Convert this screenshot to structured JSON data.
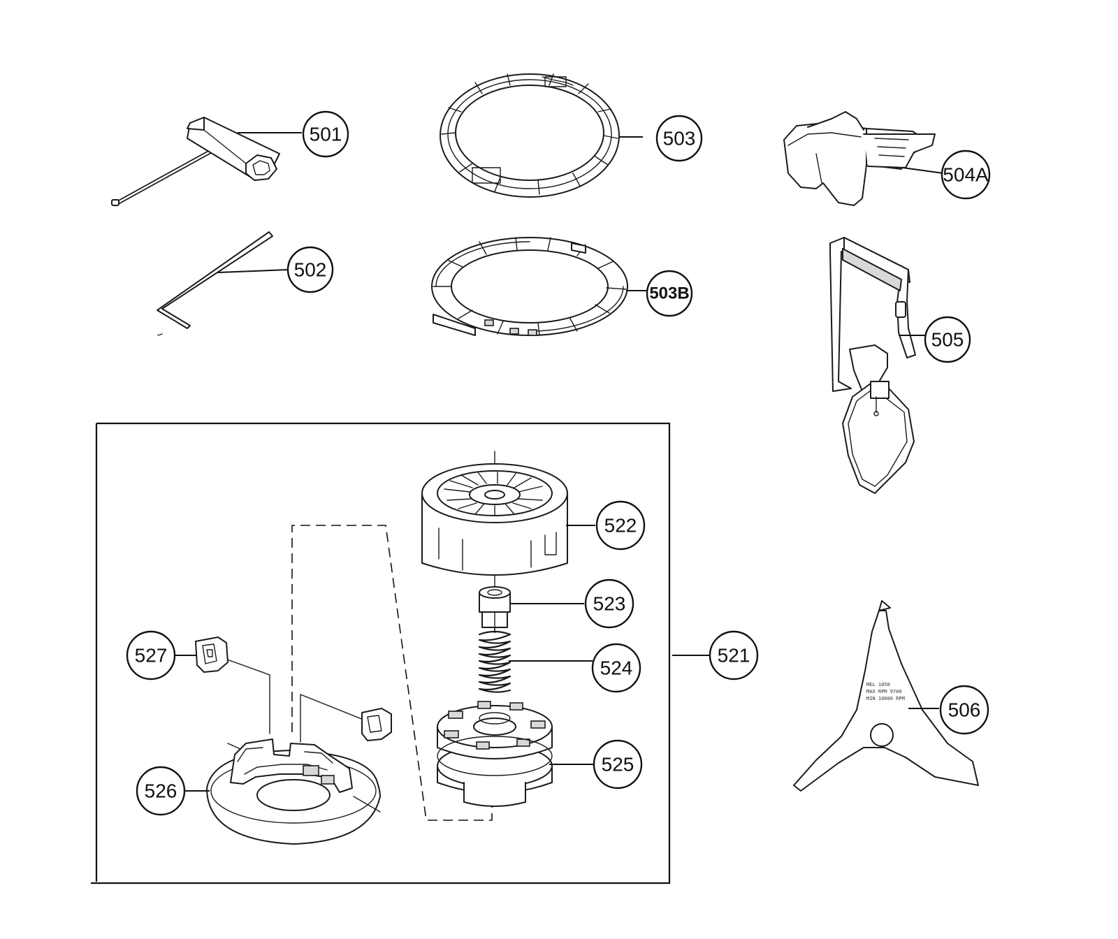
{
  "diagram": {
    "callouts": {
      "c501": "501",
      "c502": "502",
      "c503": "503",
      "c503b": "503B",
      "c504a": "504A",
      "c505": "505",
      "c506": "506",
      "c521": "521",
      "c522": "522",
      "c523": "523",
      "c524": "524",
      "c525": "525",
      "c526": "526",
      "c527": "527"
    },
    "blade_marking": {
      "line1": "MEL  1050",
      "line2": "MAX RPM 9700",
      "line3": "MIN 10000 RPM"
    }
  }
}
